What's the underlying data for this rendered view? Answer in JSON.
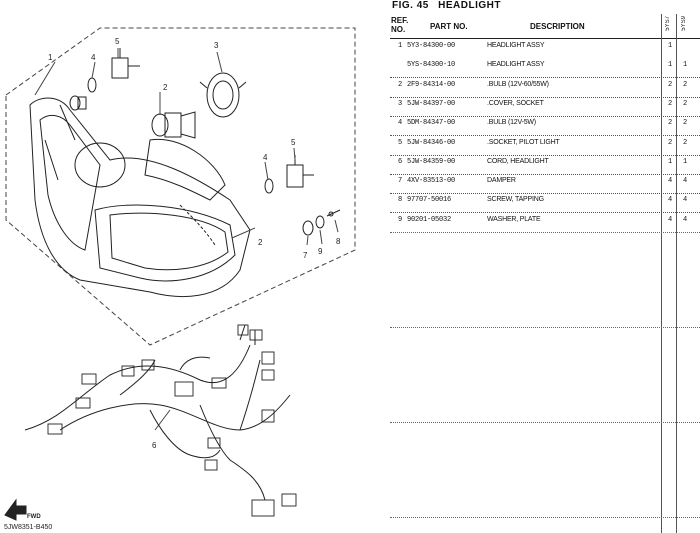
{
  "figure": {
    "label": "FIG. 45",
    "title": "HEADLIGHT"
  },
  "table": {
    "header": {
      "ref": "REF. NO.",
      "part_no": "PART NO.",
      "description": "DESCRIPTION",
      "model_1": "5YS7",
      "model_2": "5YS9"
    },
    "rows": [
      {
        "ref": "1",
        "part_no": "5Y3-84300-00",
        "description": "HEADLIGHT ASSY",
        "q1": "1",
        "q2": "",
        "sep": false
      },
      {
        "ref": "",
        "part_no": "5YS-84300-10",
        "description": "HEADLIGHT ASSY",
        "q1": "1",
        "q2": "1",
        "sep": true
      },
      {
        "ref": "2",
        "part_no": "2F9-84314-00",
        "description": ".BULB (12V-60/55W)",
        "q1": "2",
        "q2": "2",
        "sep": true
      },
      {
        "ref": "3",
        "part_no": "5JW-84397-00",
        "description": ".COVER, SOCKET",
        "q1": "2",
        "q2": "2",
        "sep": true
      },
      {
        "ref": "4",
        "part_no": "5DM-84347-00",
        "description": ".BULB (12V-5W)",
        "q1": "2",
        "q2": "2",
        "sep": true
      },
      {
        "ref": "5",
        "part_no": "5JW-84346-00",
        "description": ".SOCKET, PILOT LIGHT",
        "q1": "2",
        "q2": "2",
        "sep": true
      },
      {
        "ref": "6",
        "part_no": "5JW-84359-00",
        "description": "CORD, HEADLIGHT",
        "q1": "1",
        "q2": "1",
        "sep": true
      },
      {
        "ref": "7",
        "part_no": "4XV-83513-00",
        "description": "DAMPER",
        "q1": "4",
        "q2": "4",
        "sep": true
      },
      {
        "ref": "8",
        "part_no": "97707-50016",
        "description": "SCREW, TAPPING",
        "q1": "4",
        "q2": "4",
        "sep": true
      },
      {
        "ref": "9",
        "part_no": "90201-05032",
        "description": "WASHER, PLATE",
        "q1": "4",
        "q2": "4",
        "sep": true
      }
    ]
  },
  "diagram": {
    "callouts": [
      "1",
      "2",
      "3",
      "4",
      "5",
      "6",
      "7",
      "8",
      "9"
    ],
    "fwd_label": "FWD",
    "drawing_code": "5JW8351-B450"
  }
}
